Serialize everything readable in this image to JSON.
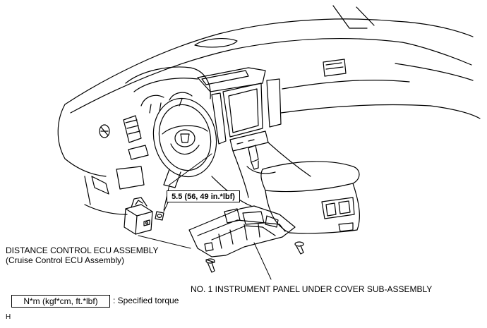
{
  "torque_value": "5.5 (56, 49 in.*lbf)",
  "ecu_label": {
    "line1": "DISTANCE CONTROL ECU ASSEMBLY",
    "line2": "(Cruise Control ECU Assembly)"
  },
  "cover_label": "NO. 1 INSTRUMENT PANEL UNDER COVER SUB-ASSEMBLY",
  "legend": {
    "box_text": "N*m (kgf*cm, ft.*lbf)",
    "description": ": Specified torque"
  },
  "corner_code": "H"
}
